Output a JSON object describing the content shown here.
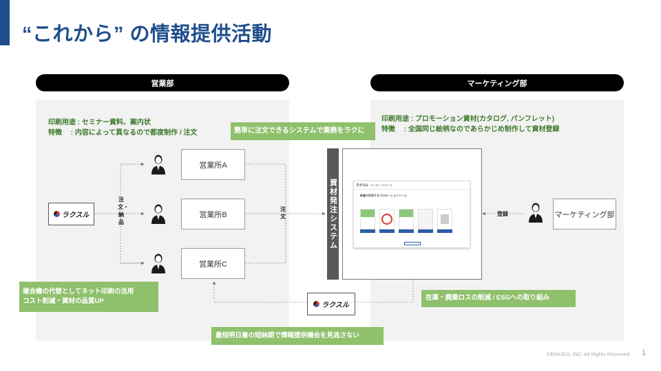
{
  "header": {
    "title": "“これから” の情報提供活動"
  },
  "sales": {
    "pill": "営業部",
    "usage_line": "印刷用途 : セミナー資料、案内状",
    "feature_line": "特徴　 : 内容によって異なるので都度制作 / 注文",
    "offices": [
      "営業所A",
      "営業所B",
      "営業所C"
    ],
    "order_deliver_label": "注文・納品",
    "order_label": "注文",
    "callout_bottom_left": [
      "複合機の代替としてネット印刷の活用",
      "コスト削減・資材の品質UP"
    ]
  },
  "marketing": {
    "pill": "マーケティング部",
    "usage_line": "印刷用途 : プロモーション資材(カタログ, パンフレット)",
    "feature_line": "特徴　 : 全国同じ絵柄なのであらかじめ制作して資材登録",
    "dept_box": "マーケティング部",
    "register_label": "登録",
    "callout_right": "在庫・廃棄ロスの削減 / ESGへの取り組み"
  },
  "center": {
    "callout_top": "簡単に注文できるシステムで業務をラクに",
    "system_label": "資材発注システム",
    "callout_bottom": "最短明日着の短納期で情報提供機会を見逃さない"
  },
  "logo": {
    "text": "ラクスル"
  },
  "screenshot": {
    "brand": "ラクスル",
    "nav_text": "エンタープライズ",
    "heading": "新着の利用するプロモーションツール"
  },
  "footer": {
    "copyright": "©RAKSUL INC. All Rights Reserved.",
    "page": "1"
  },
  "icons": [
    "person-icon",
    "logo-icon"
  ],
  "colors": {
    "accent": "#1f4e8c",
    "green_text": "#3d7a2a",
    "callout_green": "#8fc06c",
    "system_bar": "#595959"
  }
}
